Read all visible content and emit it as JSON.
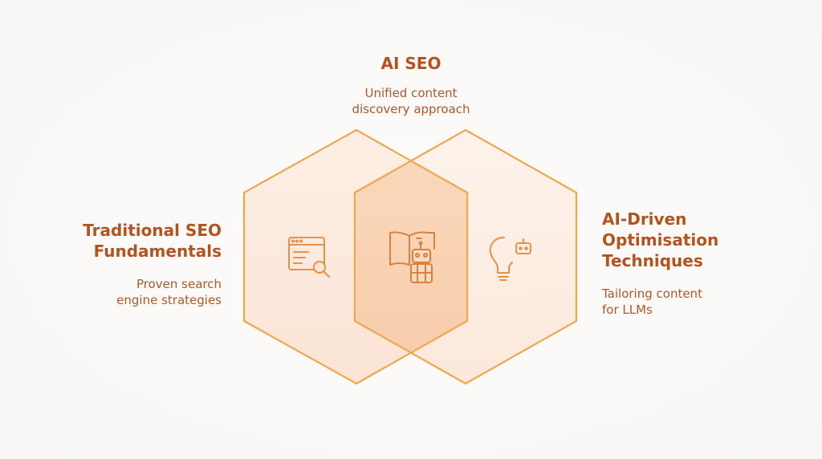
{
  "diagram": {
    "top": {
      "title": "AI SEO",
      "description_lines": [
        "Unified content",
        "discovery approach"
      ]
    },
    "left": {
      "title_lines": [
        "Traditional SEO",
        "Fundamentals"
      ],
      "description_lines": [
        "Proven search",
        "engine strategies"
      ]
    },
    "right": {
      "title_lines": [
        "AI-Driven",
        "Optimisation",
        "Techniques"
      ],
      "description_lines": [
        "Tailoring content",
        "for LLMs"
      ]
    },
    "icons": {
      "left": "browser-search-icon",
      "center": "book-robot-icon",
      "right": "lightbulb-bot-icon"
    },
    "colors": {
      "stroke": "#f0a84e",
      "fill_light": "#fde9d9",
      "overlap": "#f9cfae",
      "text": "#b5531e"
    }
  }
}
